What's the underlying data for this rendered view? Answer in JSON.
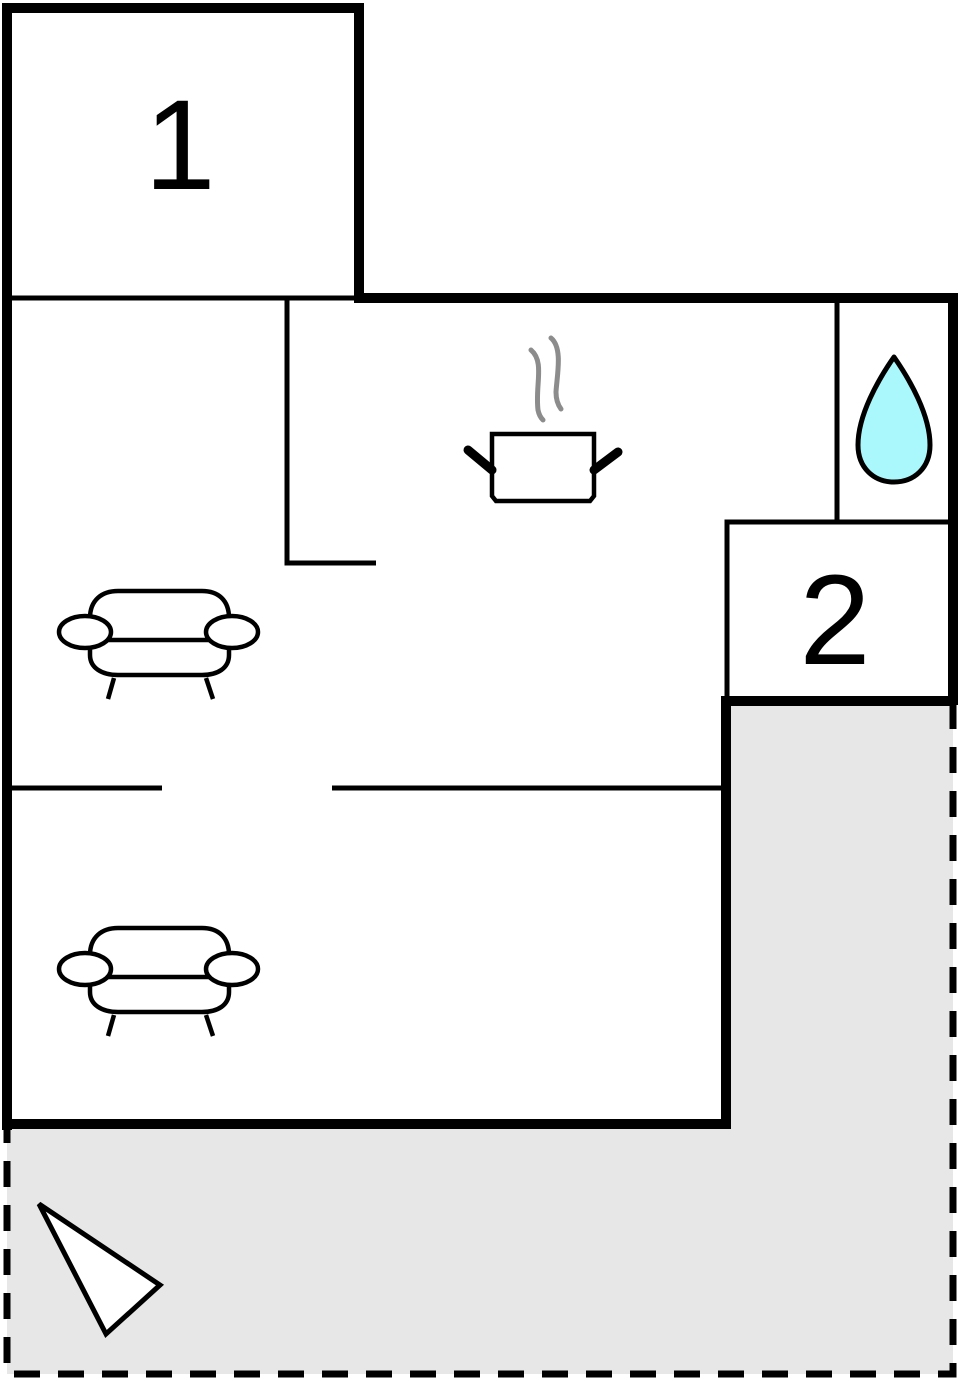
{
  "diagram": {
    "type": "floor-plan",
    "colors": {
      "wall": "#000000",
      "floor": "#ffffff",
      "terrace": "#e6e7e6",
      "water": "#aaf8fc",
      "steam": "#8c8c8c"
    },
    "rooms": [
      {
        "id": "bedroom-1",
        "label": "1",
        "kind": "bedroom"
      },
      {
        "id": "bedroom-2",
        "label": "2",
        "kind": "bedroom"
      },
      {
        "id": "bathroom",
        "label": "",
        "kind": "bathroom",
        "icon": "water-drop-icon"
      },
      {
        "id": "kitchen",
        "label": "",
        "kind": "kitchen",
        "icon": "cooking-pot-icon"
      },
      {
        "id": "living-room-upper",
        "label": "",
        "kind": "living-room",
        "icon": "sofa-icon"
      },
      {
        "id": "living-room-lower",
        "label": "",
        "kind": "living-room",
        "icon": "sofa-icon"
      },
      {
        "id": "terrace",
        "label": "",
        "kind": "terrace",
        "icon": "compass-arrow-icon"
      }
    ]
  }
}
